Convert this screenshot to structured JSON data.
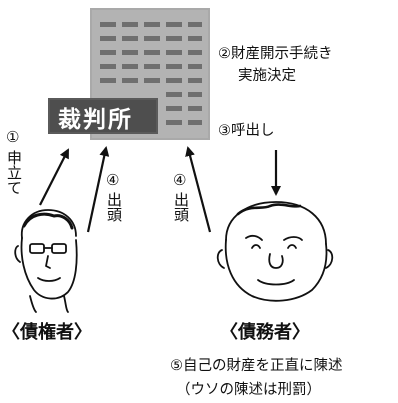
{
  "court": {
    "sign_label": "裁判所"
  },
  "steps": {
    "step1_num": "①",
    "step1_text": "申立て",
    "step2_line1": "②財産開示手続き",
    "step2_line2": "実施決定",
    "step3": "③呼出し",
    "step4_num": "④",
    "step4_text": "出頭",
    "step5": "⑤自己の財産を正直に陳述",
    "step5_note": "（ウソの陳述は刑罰）"
  },
  "parties": {
    "creditor": "〈債権者〉",
    "debtor": "〈債務者〉"
  },
  "colors": {
    "building": "#a9a9a9",
    "building_windows": "#6f6f6f",
    "sign_bg": "#5a5a5a",
    "sign_text": "#ffffff",
    "arrow": "#111111"
  }
}
